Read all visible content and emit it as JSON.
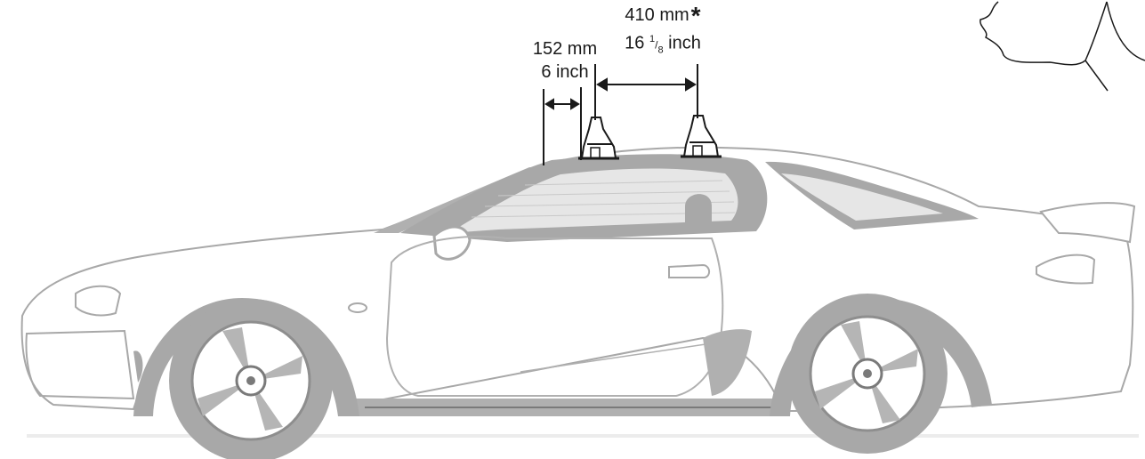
{
  "dimensions": {
    "front_offset": {
      "metric": "152 mm",
      "imperial": "6 inch"
    },
    "bar_spread": {
      "metric": "410 mm",
      "asterisk": "*",
      "imperial_whole": "16",
      "imperial_frac_num": "1",
      "imperial_frac_den": "8",
      "imperial_unit": "inch"
    }
  },
  "colors": {
    "body_gray": "#a8a8a8",
    "body_outline": "#9a9a9a",
    "dark_gray": "#6e6e6e",
    "line": "#1a1a1a",
    "glass": "#dcdcdc"
  }
}
